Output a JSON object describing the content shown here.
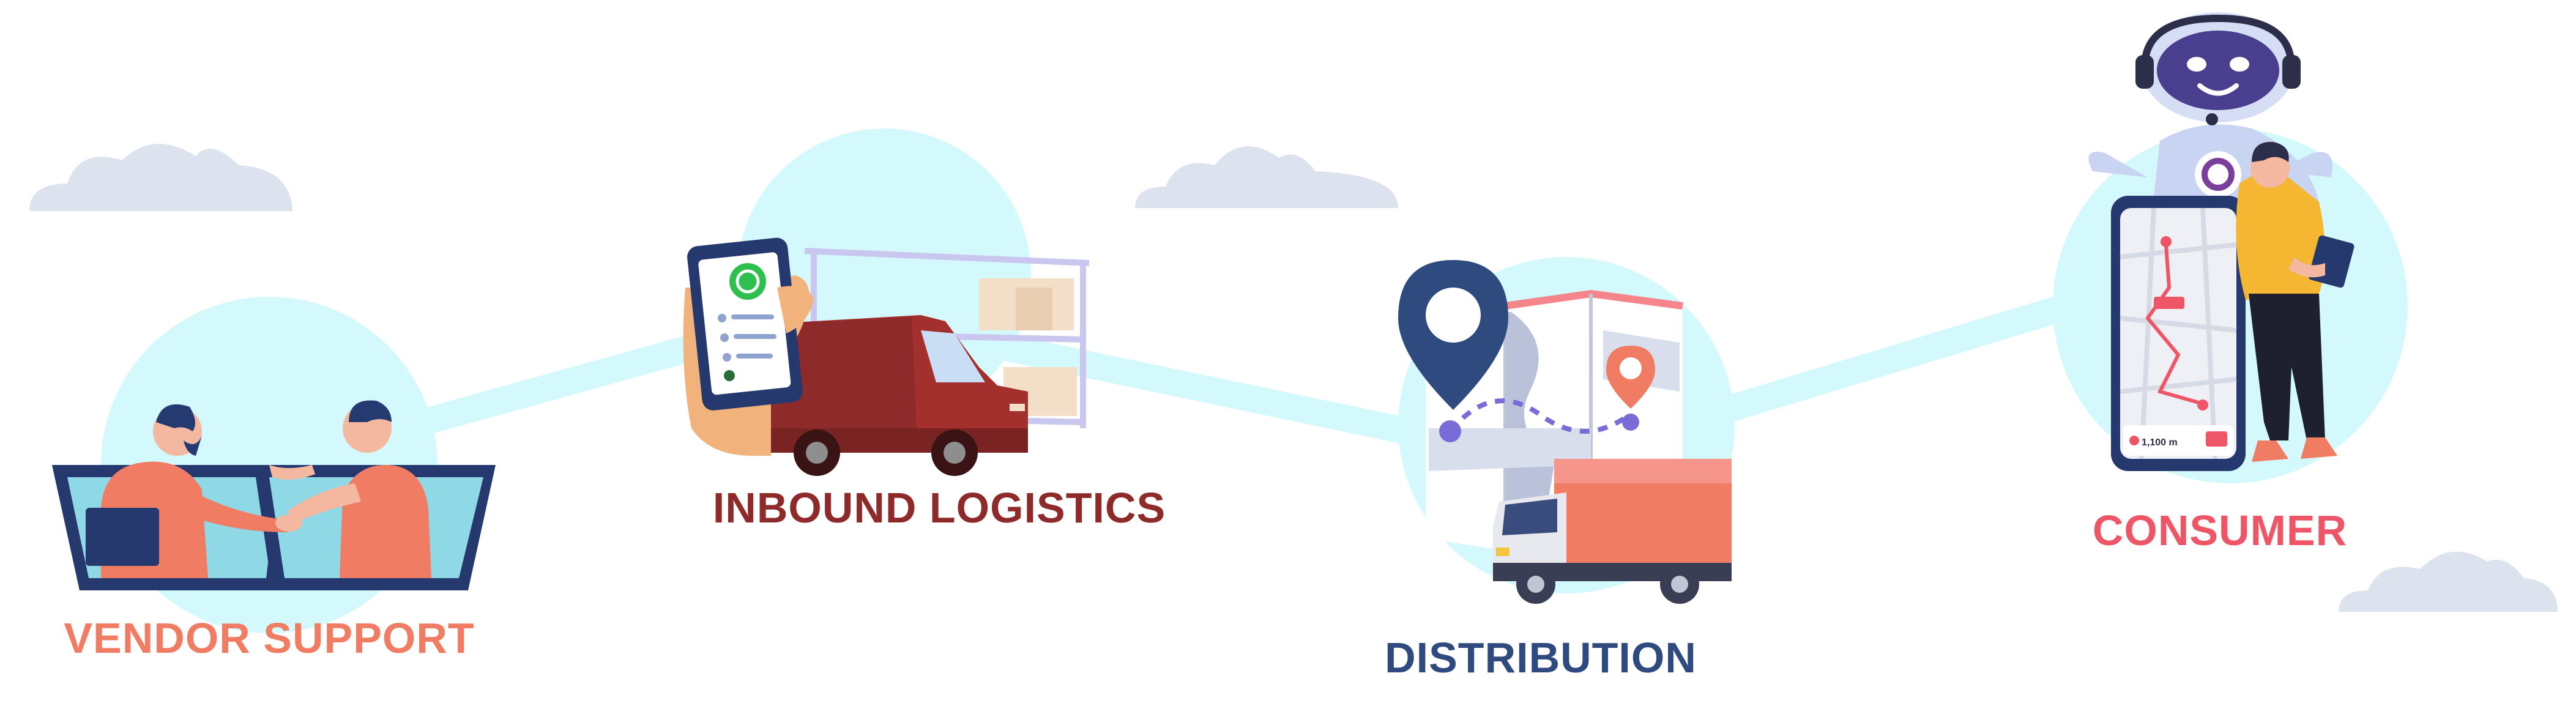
{
  "colors": {
    "vendor": "#F07C63",
    "inbound": "#8E2A2A",
    "distribution": "#2F4A7E",
    "consumer": "#EE5667",
    "circle": "#D3F9FC",
    "path": "#D3F9FC",
    "cloud": "#DDE2EF"
  },
  "stages": [
    {
      "key": "vendor",
      "label": "VENDOR SUPPORT",
      "icon": "handshake-laptops-icon"
    },
    {
      "key": "inbound",
      "label": "INBOUND LOGISTICS",
      "icon": "phone-truck-warehouse-icon"
    },
    {
      "key": "distribution",
      "label": "DISTRIBUTION",
      "icon": "map-pin-truck-icon"
    },
    {
      "key": "consumer",
      "label": "CONSUMER",
      "icon": "robot-phone-person-icon"
    }
  ],
  "icon_text": {
    "phone_distance": "1,100 m"
  }
}
